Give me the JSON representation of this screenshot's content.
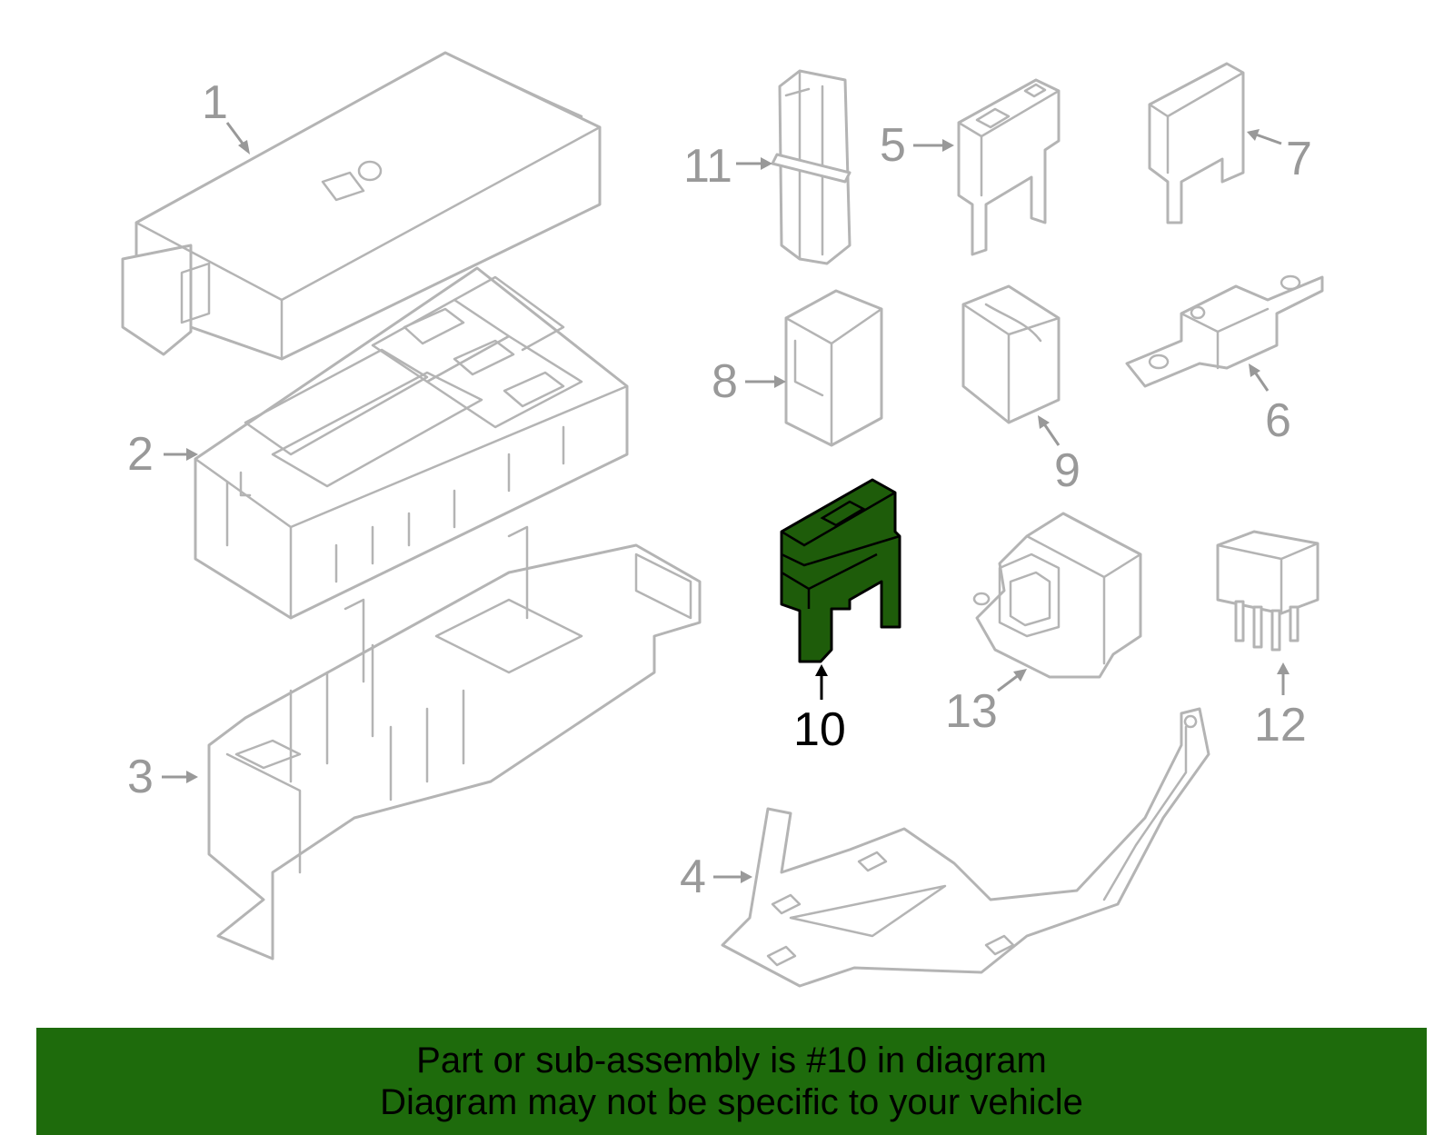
{
  "diagram": {
    "callouts": [
      "1",
      "2",
      "3",
      "4",
      "5",
      "6",
      "7",
      "8",
      "9",
      "10",
      "11",
      "12",
      "13"
    ],
    "highlighted_callout": "10",
    "colors": {
      "highlight_fill": "#1e5c0a",
      "line_art": "#b4b4b4",
      "label_gray": "#999999",
      "banner": "#1e6b0c"
    }
  },
  "banner": {
    "line1": "Part or sub-assembly is #10 in diagram",
    "line2": "Diagram may not be specific to your vehicle"
  }
}
